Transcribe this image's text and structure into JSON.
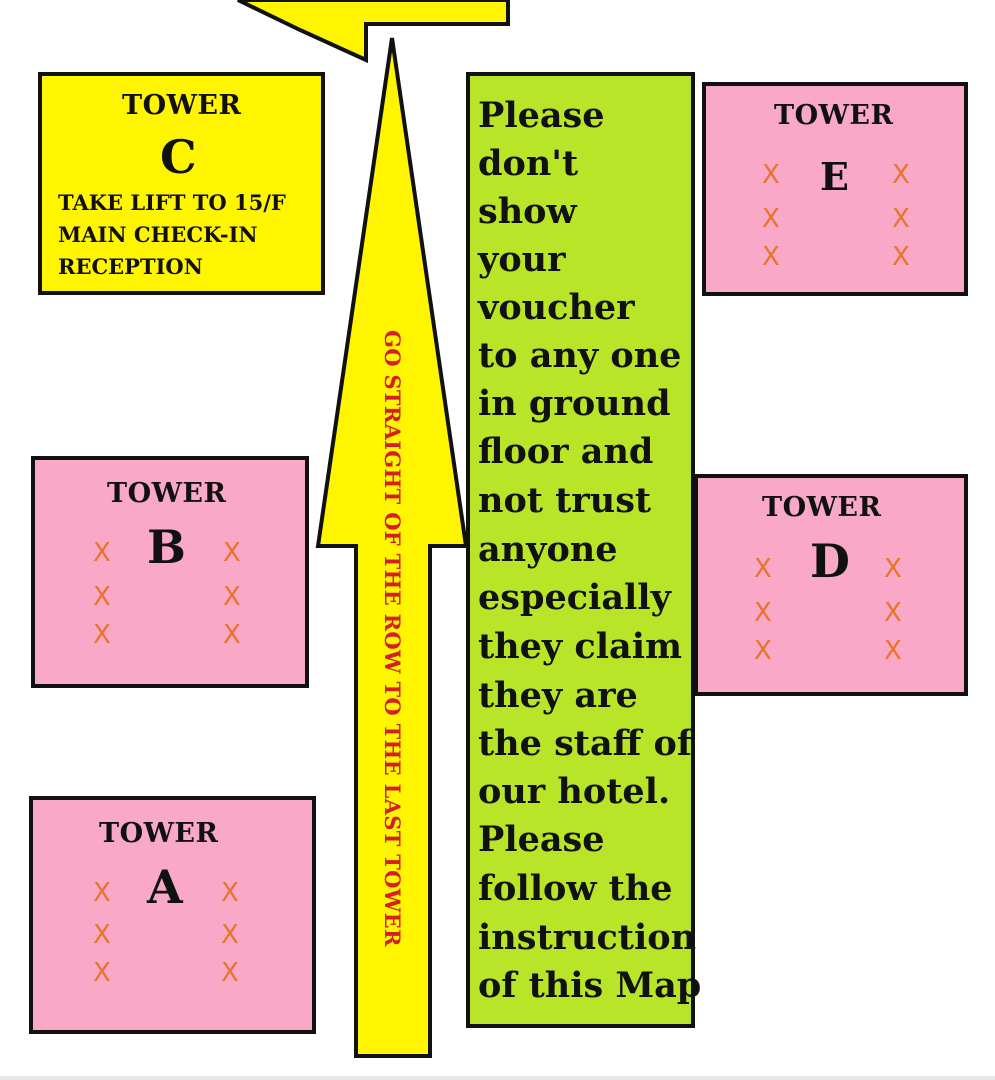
{
  "towers": {
    "c": {
      "word": "TOWER",
      "letter": "C",
      "lines": [
        "TAKE LIFT TO 15/F",
        "MAIN CHECK-IN",
        "RECEPTION"
      ]
    },
    "e": {
      "word": "TOWER",
      "letter": "E"
    },
    "b": {
      "word": "TOWER",
      "letter": "B"
    },
    "d": {
      "word": "TOWER",
      "letter": "D"
    },
    "a": {
      "word": "TOWER",
      "letter": "A"
    }
  },
  "mark": "X",
  "arrow_text": "GO STRAIGHT OF THE ROW TO THE LAST TOWER",
  "instructions": [
    "Please",
    "don't",
    "show",
    "your",
    "voucher",
    "to any one",
    "in ground",
    "floor and",
    "not trust",
    "anyone",
    "especially",
    "they claim",
    "they are",
    "the staff of",
    "our hotel.",
    "Please",
    "follow the",
    "instruction",
    "of this Map"
  ],
  "colors": {
    "pink": "#f9a8c8",
    "yellow": "#fff500",
    "green": "#b9e528",
    "arrow_text": "#d42020",
    "x_mark": "#e8742c"
  }
}
